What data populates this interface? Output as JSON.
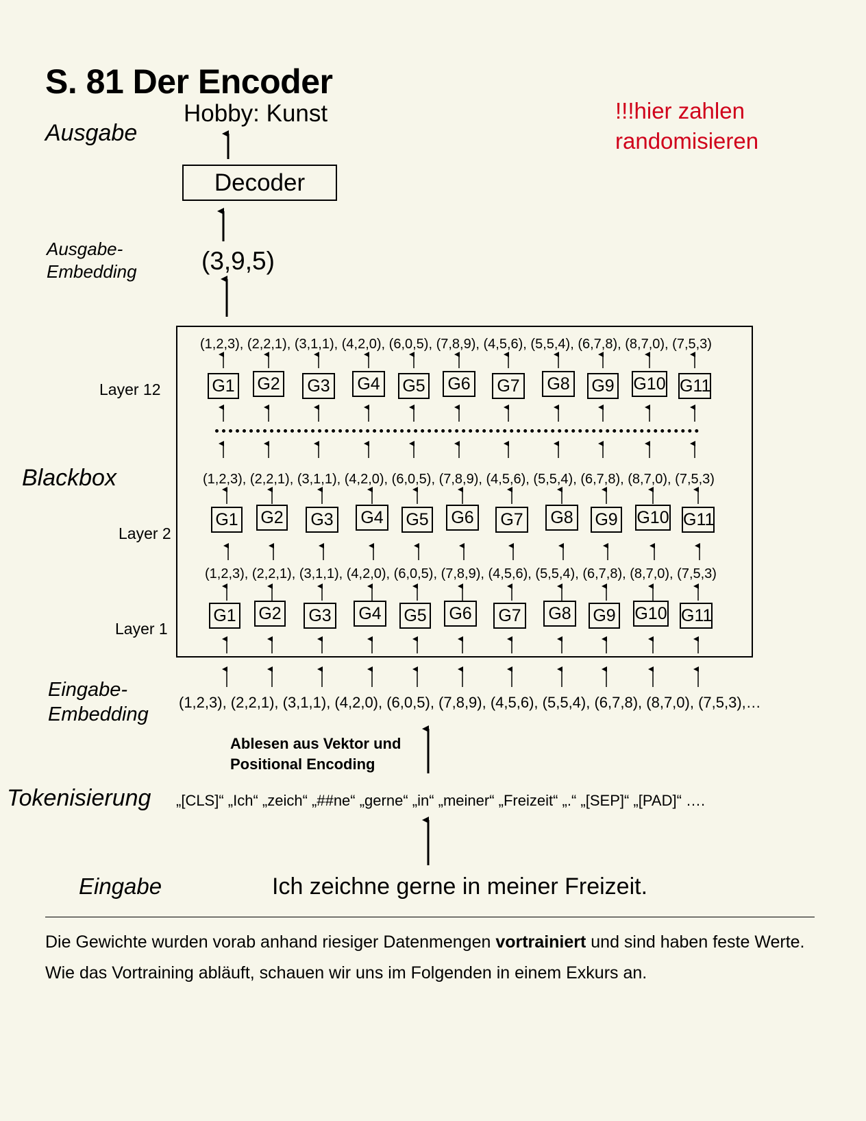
{
  "title": "S. 81 Der Encoder",
  "note": "!!!hier zahlen randomisieren",
  "labels": {
    "ausgabe": "Ausgabe",
    "ausgabe_embedding": "Ausgabe-\nEmbedding",
    "blackbox": "Blackbox",
    "layer_12": "Layer 12",
    "layer_2": "Layer 2",
    "layer_1": "Layer 1",
    "eingabe_embedding": "Eingabe-\nEmbedding",
    "tokenisierung": "Tokenisierung",
    "eingabe": "Eingabe"
  },
  "output_text": "Hobby: Kunst",
  "decoder_label": "Decoder",
  "output_embedding": "(3,9,5)",
  "layer_vectors": "(1,2,3), (2,2,1), (3,1,1), (4,2,0), (6,0,5), (7,8,9), (4,5,6), (5,5,4), (6,7,8), (8,7,0), (7,5,3)",
  "weights": [
    "G1",
    "G2",
    "G3",
    "G4",
    "G5",
    "G6",
    "G7",
    "G8",
    "G9",
    "G10",
    "G11"
  ],
  "input_embedding": "(1,2,3), (2,2,1), (3,1,1), (4,2,0), (6,0,5), (7,8,9), (4,5,6), (5,5,4), (6,7,8), (8,7,0), (7,5,3),…",
  "read_label": "Ablesen aus Vektor und Positional Encoding",
  "tokens": "„[CLS]“  „Ich“  „zeich“  „##ne“  „gerne“  „in“  „meiner“  „Freizeit“ „.“ „[SEP]“ „[PAD]“ ….",
  "input_text": "Ich zeichne gerne in meiner Freizeit.",
  "paragraph": {
    "before": "Die Gewichte wurden vorab anhand riesiger Datenmengen ",
    "bold": "vortrainiert",
    "after": " und sind haben feste Werte. Wie das Vortraining abläuft, schauen wir uns im Folgenden in einem Exkurs an."
  }
}
